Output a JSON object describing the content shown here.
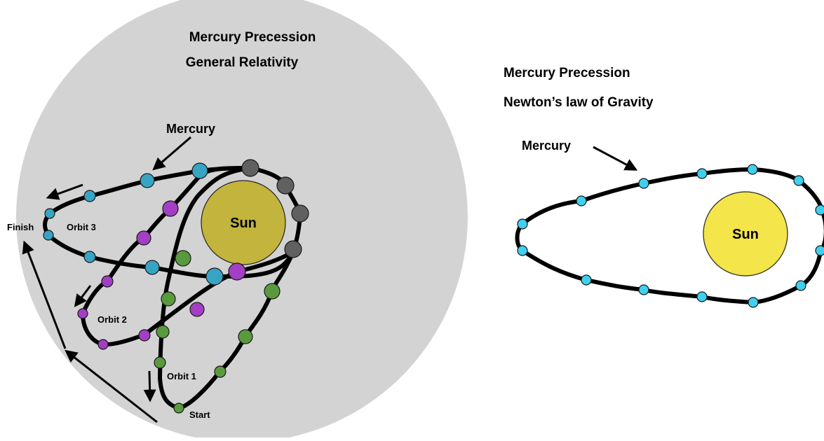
{
  "left_panel": {
    "title_line1": "Mercury Precession",
    "title_line2": "General Relativity",
    "mercury_label": "Mercury",
    "sun_label": "Sun",
    "finish_label": "Finish",
    "start_label": "Start",
    "orbit1_label": "Orbit 1",
    "orbit2_label": "Orbit 2",
    "orbit3_label": "Orbit 3"
  },
  "right_panel": {
    "title_line1": "Mercury Precession",
    "title_line2": "Newton’s law of Gravity",
    "mercury_label": "Mercury",
    "sun_label": "Sun"
  },
  "colors": {
    "background_disc": "#d3d3d3",
    "sun_left": "#c2b43c",
    "sun_right": "#f3e54a",
    "orbit1_green": "#5a9a3e",
    "orbit2_purple": "#a33fc4",
    "orbit3_blue": "#38a4c4",
    "shared_gray": "#606060",
    "newton_dots": "#3fd0f0"
  }
}
